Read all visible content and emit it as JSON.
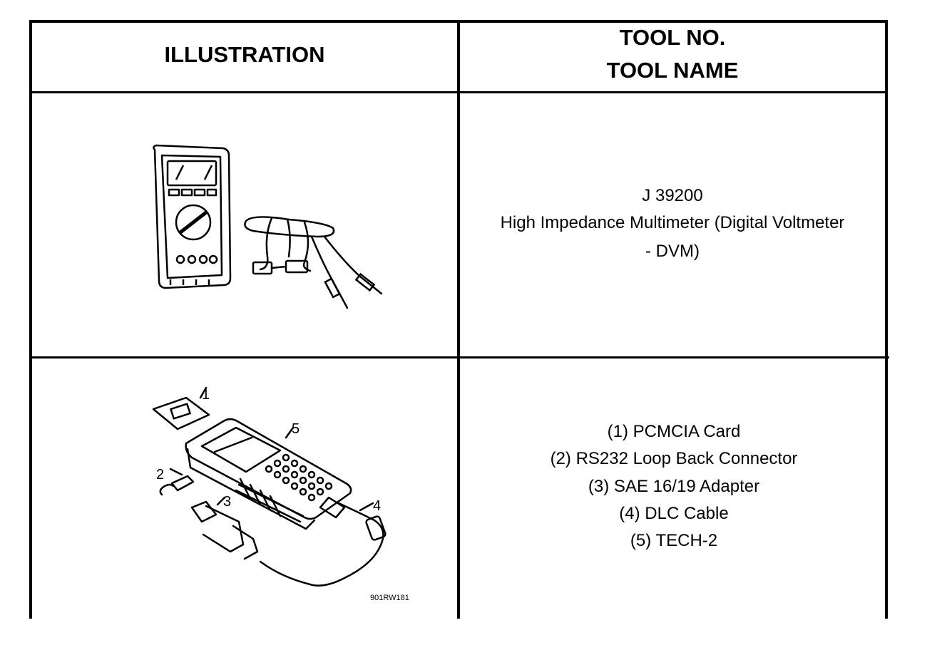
{
  "header": {
    "col1": "ILLUSTRATION",
    "col2_line1": "TOOL NO.",
    "col2_line2": "TOOL NAME"
  },
  "rows": [
    {
      "lines": [
        "J 39200",
        "High Impedance Multimeter (Digital Voltmeter",
        "- DVM)"
      ]
    },
    {
      "lines": [
        "(1) PCMCIA Card",
        "(2) RS232 Loop Back Connector",
        "(3) SAE 16/19 Adapter",
        "(4) DLC Cable",
        "(5) TECH-2"
      ],
      "callouts": [
        "1",
        "2",
        "3",
        "4",
        "5"
      ],
      "figure_code": "901RW181"
    }
  ]
}
